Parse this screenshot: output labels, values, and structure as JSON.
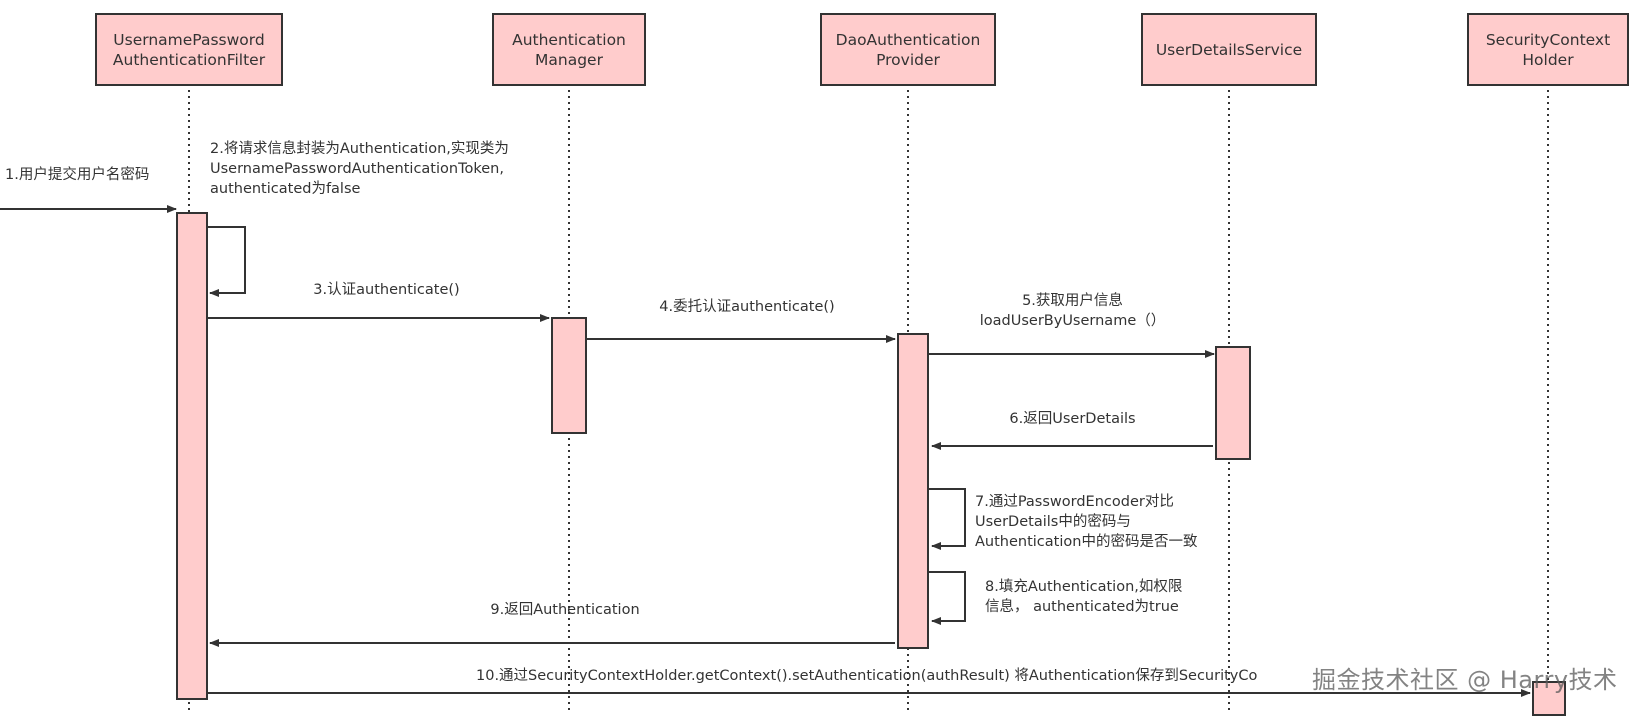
{
  "participants": [
    {
      "id": "filter",
      "label": "UsernamePassword\nAuthenticationFilter"
    },
    {
      "id": "manager",
      "label": "Authentication\nManager"
    },
    {
      "id": "provider",
      "label": "DaoAuthentication\nProvider"
    },
    {
      "id": "uds",
      "label": "UserDetailsService"
    },
    {
      "id": "sch",
      "label": "SecurityContext\nHolder"
    }
  ],
  "messages": [
    {
      "id": "m1",
      "label": "1.用户提交用户名密码"
    },
    {
      "id": "m2",
      "label": "2.将请求信息封装为Authentication,实现类为\nUsernamePasswordAuthenticationToken,\nauthenticated为false"
    },
    {
      "id": "m3",
      "label": "3.认证authenticate()"
    },
    {
      "id": "m4",
      "label": "4.委托认证authenticate()"
    },
    {
      "id": "m5",
      "label": "5.获取用户信息\nloadUserByUsername（）"
    },
    {
      "id": "m6",
      "label": "6.返回UserDetails"
    },
    {
      "id": "m7",
      "label": "7.通过PasswordEncoder对比\nUserDetails中的密码与\nAuthentication中的密码是否一致"
    },
    {
      "id": "m8",
      "label": "8.填充Authentication,如权限\n信息，  authenticated为true"
    },
    {
      "id": "m9",
      "label": "9.返回Authentication"
    },
    {
      "id": "m10",
      "label": "10.通过SecurityContextHolder.getContext().setAuthentication(authResult) 将Authentication保存到SecurityCo"
    }
  ],
  "watermark": "掘金技术社区 @ Harry技术",
  "colors": {
    "fill": "#ffcccc",
    "stroke": "#333333",
    "text": "#333333"
  }
}
